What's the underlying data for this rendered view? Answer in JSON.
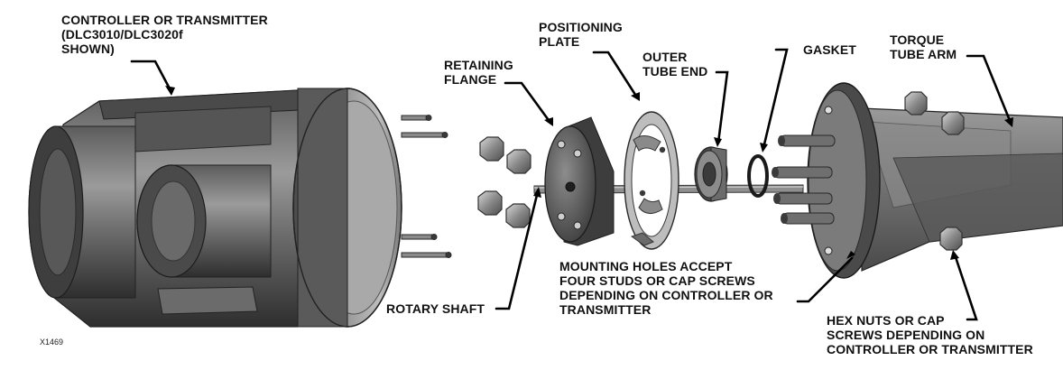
{
  "labels": {
    "controller": [
      "CONTROLLER OR TRANSMITTER",
      "(DLC3010/DLC3020f",
      "SHOWN)"
    ],
    "positioning_plate": [
      "POSITIONING",
      "PLATE"
    ],
    "retaining_flange": [
      "RETAINING",
      "FLANGE"
    ],
    "outer_tube_end": [
      "OUTER",
      "TUBE END"
    ],
    "gasket": [
      "GASKET"
    ],
    "torque_tube_arm": [
      "TORQUE",
      "TUBE ARM"
    ],
    "rotary_shaft": [
      "ROTARY SHAFT"
    ],
    "mounting_holes": [
      "MOUNTING HOLES ACCEPT",
      "FOUR STUDS OR CAP SCREWS",
      "DEPENDING ON CONTROLLER OR",
      "TRANSMITTER"
    ],
    "hex_nuts": [
      "HEX NUTS OR CAP",
      "SCREWS DEPENDING ON",
      "CONTROLLER OR TRANSMITTER"
    ]
  },
  "figure_id": "X1469",
  "colors": {
    "body_dark": "#3b3b3b",
    "body_mid": "#6a6a6a",
    "body_light": "#9a9a9a",
    "highlight": "#c4c4c4",
    "leader": "#000000"
  }
}
